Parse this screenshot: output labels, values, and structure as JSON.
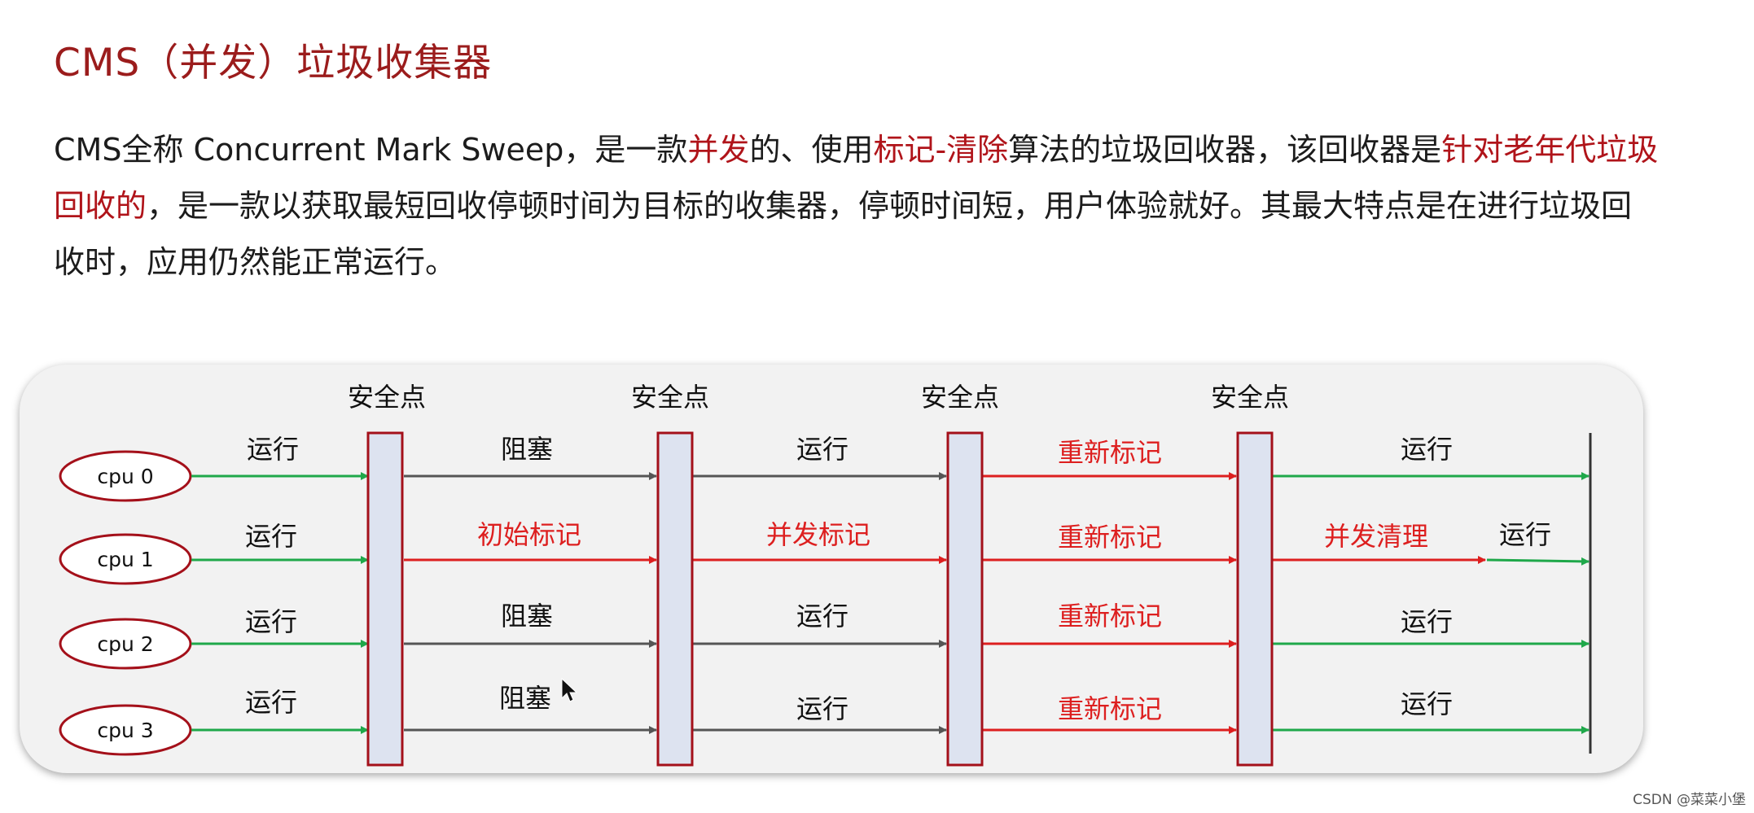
{
  "title": "CMS（并发）垃圾收集器",
  "paragraph": {
    "l1_a": "CMS全称 Concurrent Mark Sweep，是一款",
    "l1_b": "并发",
    "l1_c": "的、使用",
    "l1_d": "标记-清除",
    "l1_e": "算法的垃圾回收器，该回收器是",
    "l1_f": "针对老年代垃圾",
    "l2_a": "回收的",
    "l2_b": "，是一款以获取最短回收停顿时间为目标的收集器，停顿时间短，用户体验就好。其最大特点是在进行垃圾回",
    "l3": "收时，应用仍然能正常运行。"
  },
  "diagram": {
    "safepoint_label": "安全点",
    "cpus": [
      "cpu 0",
      "cpu 1",
      "cpu 2",
      "cpu 3"
    ],
    "segment_labels": [
      [
        "运行",
        "阻塞",
        "运行",
        "重新标记",
        "运行"
      ],
      [
        "运行",
        "初始标记",
        "并发标记",
        "重新标记",
        "并发清理",
        "运行"
      ],
      [
        "运行",
        "阻塞",
        "运行",
        "重新标记",
        "运行"
      ],
      [
        "运行",
        "阻塞",
        "运行",
        "重新标记",
        "运行"
      ]
    ],
    "colors": {
      "run": "#1fa84a",
      "block": "#555555",
      "mark": "#dd1f1f",
      "bar_fill": "#dde3f0",
      "bar_stroke": "#a4101a"
    }
  },
  "watermark": "CSDN @菜菜小堡"
}
